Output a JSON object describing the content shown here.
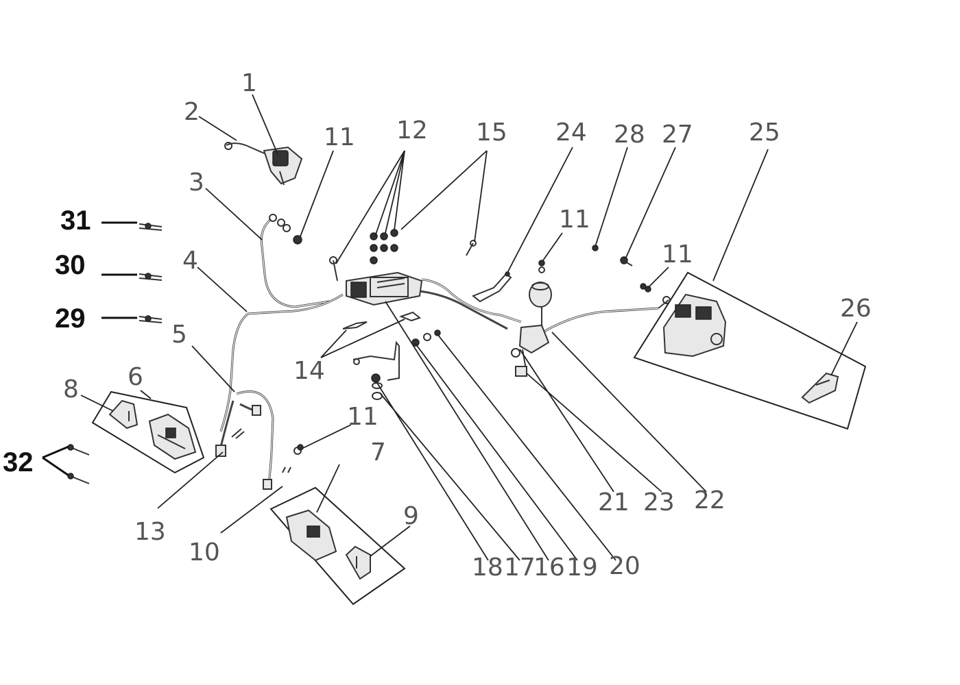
{
  "labels": {
    "l1": "1",
    "l2": "2",
    "l3": "3",
    "l4": "4",
    "l5": "5",
    "l6": "6",
    "l7": "7",
    "l8": "8",
    "l9": "9",
    "l10": "10",
    "l11a": "11",
    "l11b": "11",
    "l11c": "11",
    "l11d": "11",
    "l12": "12",
    "l13": "13",
    "l14": "14",
    "l15": "15",
    "l16": "16",
    "l17": "17",
    "l18": "18",
    "l19": "19",
    "l20": "20",
    "l21": "21",
    "l22": "22",
    "l23": "23",
    "l24": "24",
    "l25": "25",
    "l26": "26",
    "l27": "27",
    "l28": "28",
    "l29": "29",
    "l30": "30",
    "l31": "31",
    "l32": "32"
  }
}
